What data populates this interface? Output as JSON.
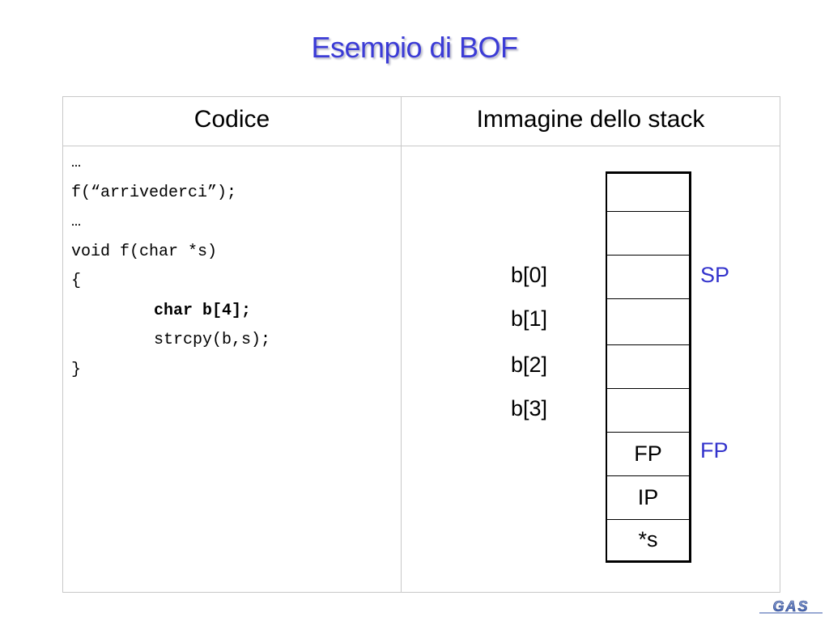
{
  "title": "Esempio di BOF",
  "table": {
    "headers": [
      "Codice",
      "Immagine dello stack"
    ],
    "code_lines": [
      "…",
      "f(“arrivederci”);",
      "…",
      "void f(char *s)",
      "{",
      "char b[4];",
      "strcpy(b,s);",
      "}"
    ],
    "stack": {
      "cells": [
        "",
        "",
        "",
        "",
        "",
        "",
        "FP",
        "IP",
        "*s"
      ],
      "side_labels": [
        "b[0]",
        "b[1]",
        "b[2]",
        "b[3]"
      ],
      "pointers": [
        "SP",
        "FP"
      ]
    }
  },
  "logo": {
    "text": "GAS",
    "color": "#3355aa"
  },
  "colors": {
    "title": "#3b3bd6",
    "pointer": "#3333cc"
  }
}
